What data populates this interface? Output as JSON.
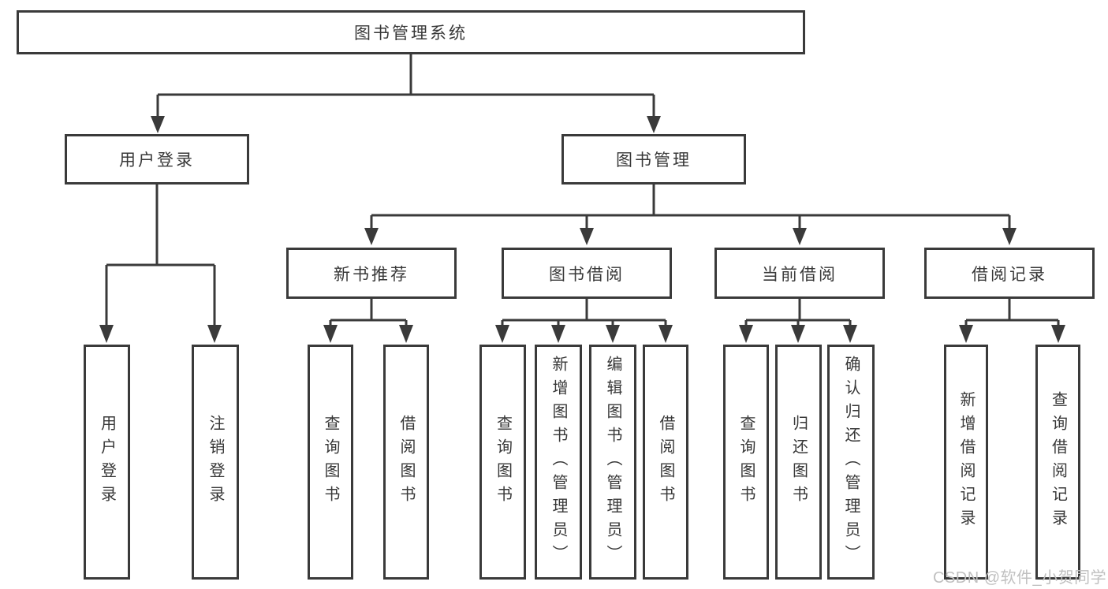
{
  "diagram": {
    "tree": {
      "root": {
        "label": "图书管理系统"
      },
      "branches": [
        {
          "label": "用户登录",
          "children": [
            {
              "label": "用户登录"
            },
            {
              "label": "注销登录"
            }
          ]
        },
        {
          "label": "图书管理",
          "children": [
            {
              "label": "新书推荐",
              "children": [
                {
                  "label": "查询图书"
                },
                {
                  "label": "借阅图书"
                }
              ]
            },
            {
              "label": "图书借阅",
              "children": [
                {
                  "label": "查询图书"
                },
                {
                  "label": "新增图书（管理员）"
                },
                {
                  "label": "编辑图书（管理员）"
                },
                {
                  "label": "借阅图书"
                }
              ]
            },
            {
              "label": "当前借阅",
              "children": [
                {
                  "label": "查询图书"
                },
                {
                  "label": "归还图书"
                },
                {
                  "label": "确认归还（管理员）"
                }
              ]
            },
            {
              "label": "借阅记录",
              "children": [
                {
                  "label": "新增借阅记录"
                },
                {
                  "label": "查询借阅记录"
                }
              ]
            }
          ]
        }
      ]
    },
    "colors": {
      "line": "#3a3a3a",
      "text": "#383838",
      "background": "#ffffff",
      "watermark": "#c0c0c0"
    }
  },
  "watermark": {
    "text": "CSDN @软件_小贺同学"
  }
}
